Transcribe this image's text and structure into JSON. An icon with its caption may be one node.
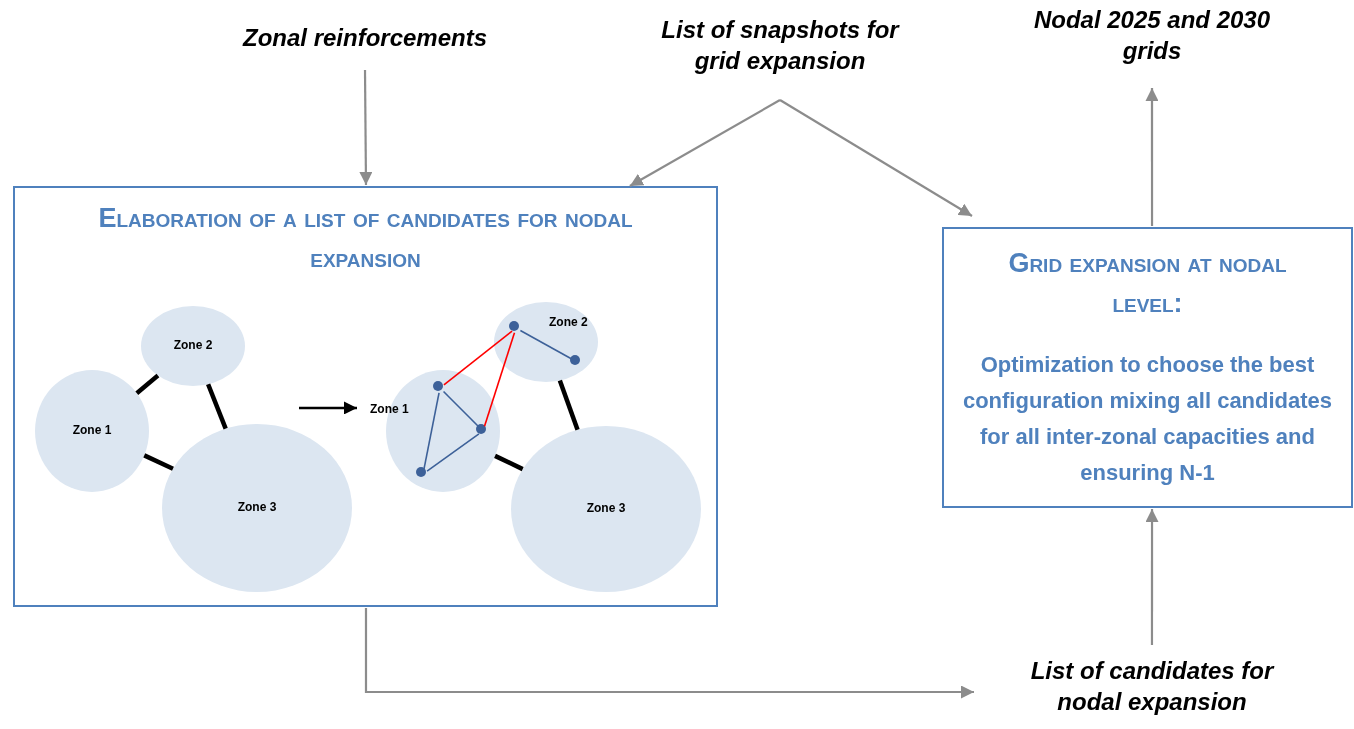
{
  "diagram": {
    "nodes": [
      {
        "text": [
          "Zonal reinforcements"
        ]
      },
      {
        "text": [
          "List of snapshots for grid expansion"
        ]
      },
      {
        "text": [
          "Nodal 2025 and 2030 grids"
        ]
      },
      {
        "text": [
          "Elaboration of a list of candidates for nodal expansion"
        ]
      },
      {
        "text": [
          "Zone 1"
        ],
        "in": 3
      },
      {
        "text": [
          "Zone 2"
        ],
        "in": 3
      },
      {
        "text": [
          "Zone 3"
        ],
        "in": 3
      },
      {
        "text": [
          "Zone 1"
        ],
        "in": 3
      },
      {
        "text": [
          "Zone 2"
        ],
        "in": 3
      },
      {
        "text": [
          "Zone 3"
        ],
        "in": 3
      },
      {
        "text": [],
        "shape": "circle",
        "in": 7
      },
      {
        "text": [],
        "shape": "circle",
        "in": 7
      },
      {
        "text": [],
        "shape": "circle",
        "in": 7
      },
      {
        "text": [],
        "shape": "circle",
        "in": 8
      },
      {
        "text": [],
        "shape": "circle",
        "in": 8
      },
      {
        "text": [
          "Grid expansion at nodal level:",
          "Optimization to choose the best configuration mixing all candidates for all inter-zonal capacities and ensuring N-1"
        ]
      },
      {
        "text": [
          "List of candidates for nodal expansion"
        ]
      }
    ],
    "edges": [
      {
        "from": 0,
        "to": 3,
        "arrow": "to"
      },
      {
        "from": 1,
        "to": 3,
        "arrow": "to"
      },
      {
        "from": 1,
        "to": 15,
        "arrow": "to"
      },
      {
        "from": 15,
        "to": 2,
        "arrow": "to"
      },
      {
        "from": 3,
        "to": 16,
        "arrow": "to"
      },
      {
        "from": 16,
        "to": 15,
        "arrow": "to"
      },
      {
        "from": null,
        "to": 7,
        "arrow": "to",
        "color": "#000000"
      },
      {
        "from": 4,
        "to": 5,
        "arrow": "none",
        "style": "thick",
        "color": "#000000"
      },
      {
        "from": 5,
        "to": 6,
        "arrow": "none",
        "style": "thick",
        "color": "#000000"
      },
      {
        "from": 4,
        "to": 6,
        "arrow": "none",
        "style": "thick",
        "color": "#000000"
      },
      {
        "from": 8,
        "to": 9,
        "arrow": "none",
        "style": "thick",
        "color": "#000000"
      },
      {
        "from": 7,
        "to": 9,
        "arrow": "none",
        "style": "thick",
        "color": "#000000"
      },
      {
        "from": 11,
        "to": 13,
        "arrow": "none",
        "color": "#ff0000"
      },
      {
        "from": 12,
        "to": 13,
        "arrow": "none",
        "color": "#ff0000"
      },
      {
        "from": 11,
        "to": 12,
        "arrow": "none",
        "color": "#3d6199"
      },
      {
        "from": 10,
        "to": 11,
        "arrow": "none",
        "color": "#3d6199"
      },
      {
        "from": 10,
        "to": 12,
        "arrow": "none",
        "color": "#3d6199"
      },
      {
        "from": 13,
        "to": 14,
        "arrow": "none",
        "color": "#3d6199"
      }
    ]
  }
}
